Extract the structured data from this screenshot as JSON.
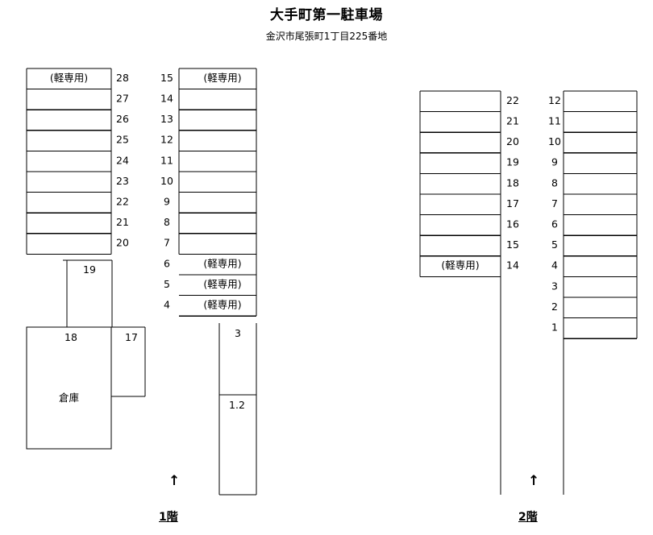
{
  "header": {
    "title": "大手町第一駐車場",
    "subtitle": "金沢市尾張町1丁目225番地"
  },
  "labels": {
    "kei_senyou": "(軽専用)",
    "warehouse": "倉庫",
    "arrow_glyph": "↑",
    "floor1": "1階",
    "floor2": "2階"
  },
  "floor1": {
    "name": "1階",
    "left_column": {
      "stalls": [
        {
          "number": "28",
          "note": "(軽専用)"
        },
        {
          "number": "27",
          "note": ""
        },
        {
          "number": "26",
          "note": ""
        },
        {
          "number": "25",
          "note": ""
        },
        {
          "number": "24",
          "note": ""
        },
        {
          "number": "23",
          "note": ""
        },
        {
          "number": "22",
          "note": ""
        },
        {
          "number": "21",
          "note": ""
        },
        {
          "number": "20",
          "note": ""
        }
      ]
    },
    "right_column": {
      "stalls": [
        {
          "number": "15",
          "note": "(軽専用)"
        },
        {
          "number": "14",
          "note": ""
        },
        {
          "number": "13",
          "note": ""
        },
        {
          "number": "12",
          "note": ""
        },
        {
          "number": "11",
          "note": ""
        },
        {
          "number": "10",
          "note": ""
        },
        {
          "number": "9",
          "note": ""
        },
        {
          "number": "8",
          "note": ""
        },
        {
          "number": "7",
          "note": ""
        },
        {
          "number": "6",
          "note": "(軽専用)"
        },
        {
          "number": "5",
          "note": "(軽専用)"
        },
        {
          "number": "4",
          "note": "(軽専用)"
        }
      ]
    },
    "lower_left_boxes": [
      {
        "number": "19",
        "note": ""
      },
      {
        "number": "18",
        "note": "倉庫"
      },
      {
        "number": "17",
        "note": ""
      }
    ],
    "lower_right_boxes": [
      {
        "number": "3",
        "note": ""
      },
      {
        "number": "1.2",
        "note": ""
      }
    ]
  },
  "floor2": {
    "name": "2階",
    "left_column": {
      "stalls": [
        {
          "number": "22",
          "note": ""
        },
        {
          "number": "21",
          "note": ""
        },
        {
          "number": "20",
          "note": ""
        },
        {
          "number": "19",
          "note": ""
        },
        {
          "number": "18",
          "note": ""
        },
        {
          "number": "17",
          "note": ""
        },
        {
          "number": "16",
          "note": ""
        },
        {
          "number": "15",
          "note": ""
        },
        {
          "number": "14",
          "note": "(軽専用)"
        }
      ]
    },
    "right_column": {
      "stalls": [
        {
          "number": "12",
          "note": ""
        },
        {
          "number": "11",
          "note": ""
        },
        {
          "number": "10",
          "note": ""
        },
        {
          "number": "9",
          "note": ""
        },
        {
          "number": "8",
          "note": ""
        },
        {
          "number": "7",
          "note": ""
        },
        {
          "number": "6",
          "note": ""
        },
        {
          "number": "5",
          "note": ""
        },
        {
          "number": "4",
          "note": ""
        },
        {
          "number": "3",
          "note": ""
        },
        {
          "number": "2",
          "note": ""
        },
        {
          "number": "1",
          "note": ""
        }
      ]
    }
  },
  "colors": {
    "stroke": "#000000",
    "background": "#ffffff",
    "text": "#000000"
  }
}
